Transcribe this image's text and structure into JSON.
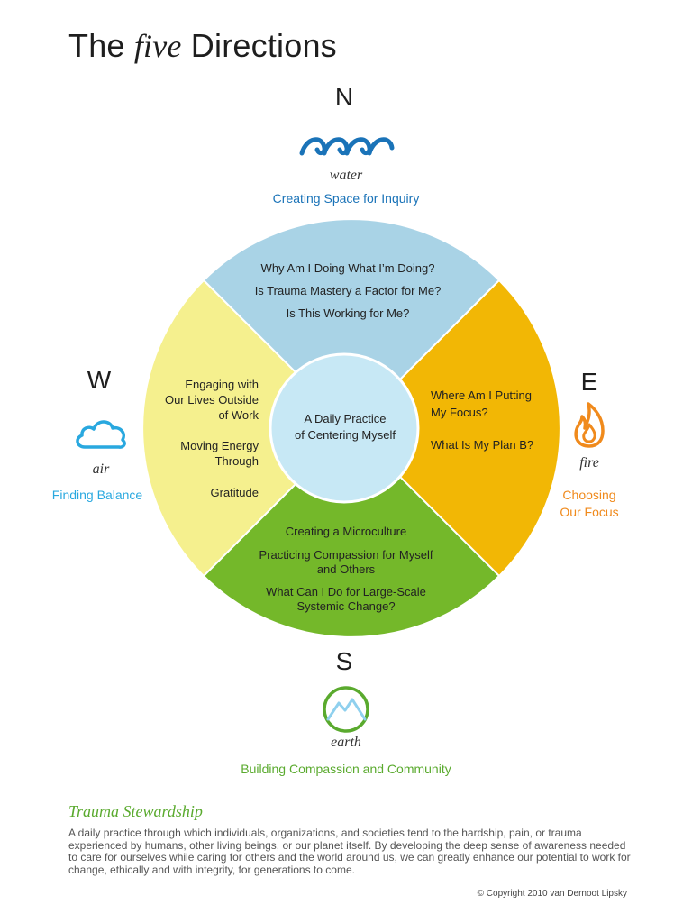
{
  "title": {
    "prefix": "The ",
    "emphasis": "five",
    "suffix": " Directions"
  },
  "colors": {
    "water": "#1a73b8",
    "north_sector": "#a9d3e6",
    "east_sector": "#f2b705",
    "south_sector": "#74b82a",
    "west_sector": "#f5f08e",
    "center": "#c7e8f5",
    "air": "#29a8df",
    "fire": "#f08a1c",
    "earth": "#5aaa2e"
  },
  "north": {
    "letter": "N",
    "icon": "waves-icon",
    "element": "water",
    "subtitle": "Creating Space for Inquiry",
    "items": [
      "Why Am I Doing What I’m Doing?",
      "Is Trauma Mastery a Factor for Me?",
      "Is This Working for Me?"
    ]
  },
  "east": {
    "letter": "E",
    "icon": "flame-icon",
    "element": "fire",
    "subtitle_lines": [
      "Choosing",
      "Our Focus"
    ],
    "items": [
      [
        "Where Am I Putting",
        "My Focus?"
      ],
      [
        "What Is My Plan B?"
      ]
    ]
  },
  "south": {
    "letter": "S",
    "icon": "mountain-icon",
    "element": "earth",
    "subtitle": "Building Compassion and Community",
    "items": [
      [
        "Creating a Microculture"
      ],
      [
        "Practicing Compassion for Myself",
        "and Others"
      ],
      [
        "What Can I Do for Large-Scale",
        "Systemic Change?"
      ]
    ]
  },
  "west": {
    "letter": "W",
    "icon": "cloud-icon",
    "element": "air",
    "subtitle": "Finding Balance",
    "items": [
      [
        "Engaging with",
        "Our Lives Outside",
        "of Work"
      ],
      [
        "Moving Energy",
        "Through"
      ],
      [
        "Gratitude"
      ]
    ]
  },
  "center": {
    "lines": [
      "A Daily Practice",
      "of Centering Myself"
    ]
  },
  "footer": {
    "title": "Trauma Stewardship",
    "body": "A daily practice through which individuals, organizations, and societies tend to the hardship, pain, or trauma experienced by humans, other living beings, or our planet itself. By developing the deep sense of awareness needed to care for ourselves while caring for others and the world around us, we can greatly enhance our potential to work for change, ethically and with integrity, for generations to come.",
    "copyright": "© Copyright 2010 van Dernoot Lipsky"
  }
}
